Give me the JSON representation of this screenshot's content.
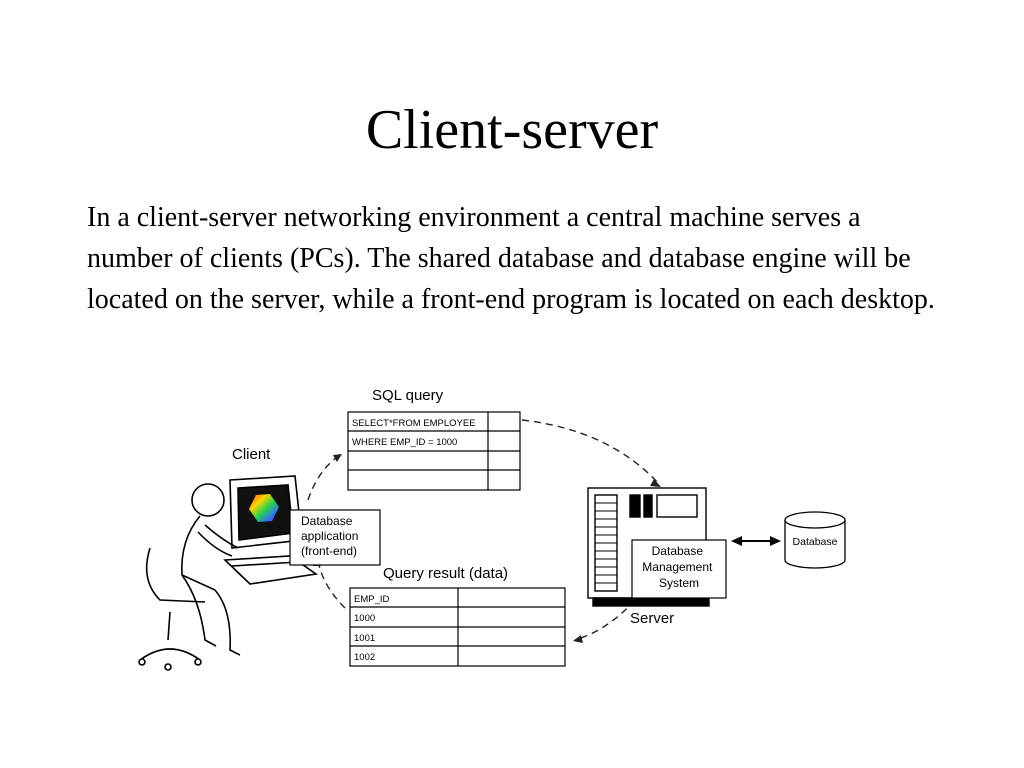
{
  "slide": {
    "title": "Client-server",
    "body": "In a client-server networking environment a central machine serves a number of clients (PCs). The shared database and database engine will be located on the server, while a front-end program is located on each desktop."
  },
  "diagram": {
    "client_label": "Client",
    "sql_query_label": "SQL query",
    "sql_rows": [
      "SELECT*FROM EMPLOYEE",
      "WHERE EMP_ID = 1000",
      "",
      ""
    ],
    "front_end_lines": [
      "Database",
      "application",
      "(front-end)"
    ],
    "query_result_label": "Query result (data)",
    "result_rows": [
      "EMP_ID",
      "1000",
      "1001",
      "1002"
    ],
    "dbms_lines": [
      "Database",
      "Management",
      "System"
    ],
    "server_label": "Server",
    "database_label": "Database"
  }
}
